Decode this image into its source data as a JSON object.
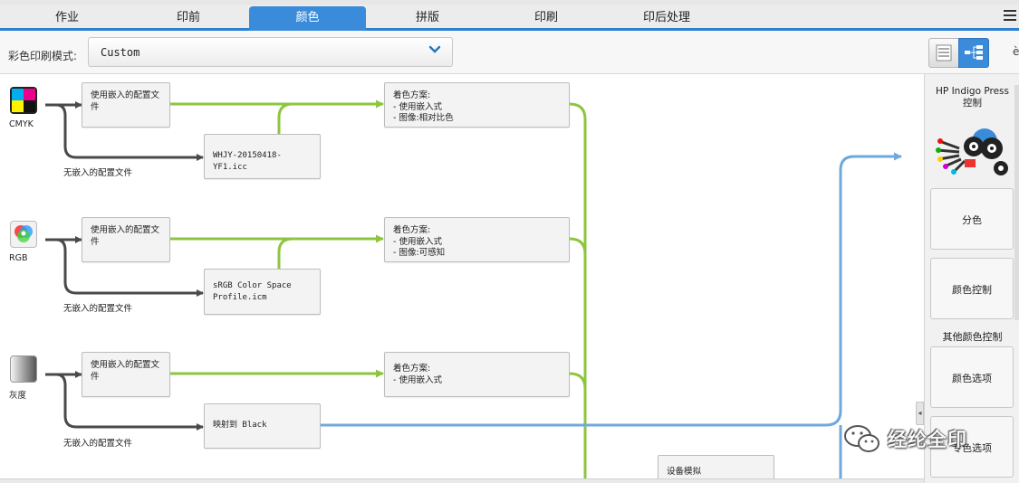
{
  "tabs": [
    {
      "label": "作业"
    },
    {
      "label": "印前"
    },
    {
      "label": "颜色"
    },
    {
      "label": "拼版"
    },
    {
      "label": "印刷"
    },
    {
      "label": "印后处理"
    }
  ],
  "active_tab": "颜色",
  "mode": {
    "label": "彩色印刷模式:",
    "selected": "Custom"
  },
  "right_clip_char": "è",
  "sources": [
    {
      "name": "CMYK",
      "icon": "cmyk-icon",
      "embedded_node": "使用嵌入的配置文件",
      "no_embedded_label": "无嵌入的配置文件",
      "fallback_node": "WHJY-20150418-YF1.icc",
      "scheme_lines": [
        "着色方案:",
        "- 使用嵌入式",
        "- 图像:相对比色"
      ]
    },
    {
      "name": "RGB",
      "icon": "rgb-color-wheel-icon",
      "embedded_node": "使用嵌入的配置文件",
      "no_embedded_label": "无嵌入的配置文件",
      "fallback_node": "sRGB Color Space Profile.icm",
      "scheme_lines": [
        "着色方案:",
        "- 使用嵌入式",
        "- 图像:可感知"
      ]
    },
    {
      "name": "灰度",
      "icon": "grayscale-icon",
      "embedded_node": "使用嵌入的配置文件",
      "no_embedded_label": "无嵌入的配置文件",
      "fallback_node": "映射到 Black",
      "scheme_lines": [
        "着色方案:",
        "- 使用嵌入式"
      ]
    }
  ],
  "device_simulation": "设备模拟",
  "panel": {
    "title_line1": "HP Indigo Press",
    "title_line2": "控制",
    "buttons": [
      "分色",
      "颜色控制"
    ],
    "subheading": "其他颜色控制",
    "more_buttons": [
      "颜色选项",
      "专色选项"
    ]
  },
  "watermark": "经纶全印",
  "colors": {
    "accent_blue": "#3a8cdb",
    "flow_green": "#8cc63f",
    "flow_blue": "#6fa8dc",
    "arrow_dark": "#4a4a4a"
  }
}
